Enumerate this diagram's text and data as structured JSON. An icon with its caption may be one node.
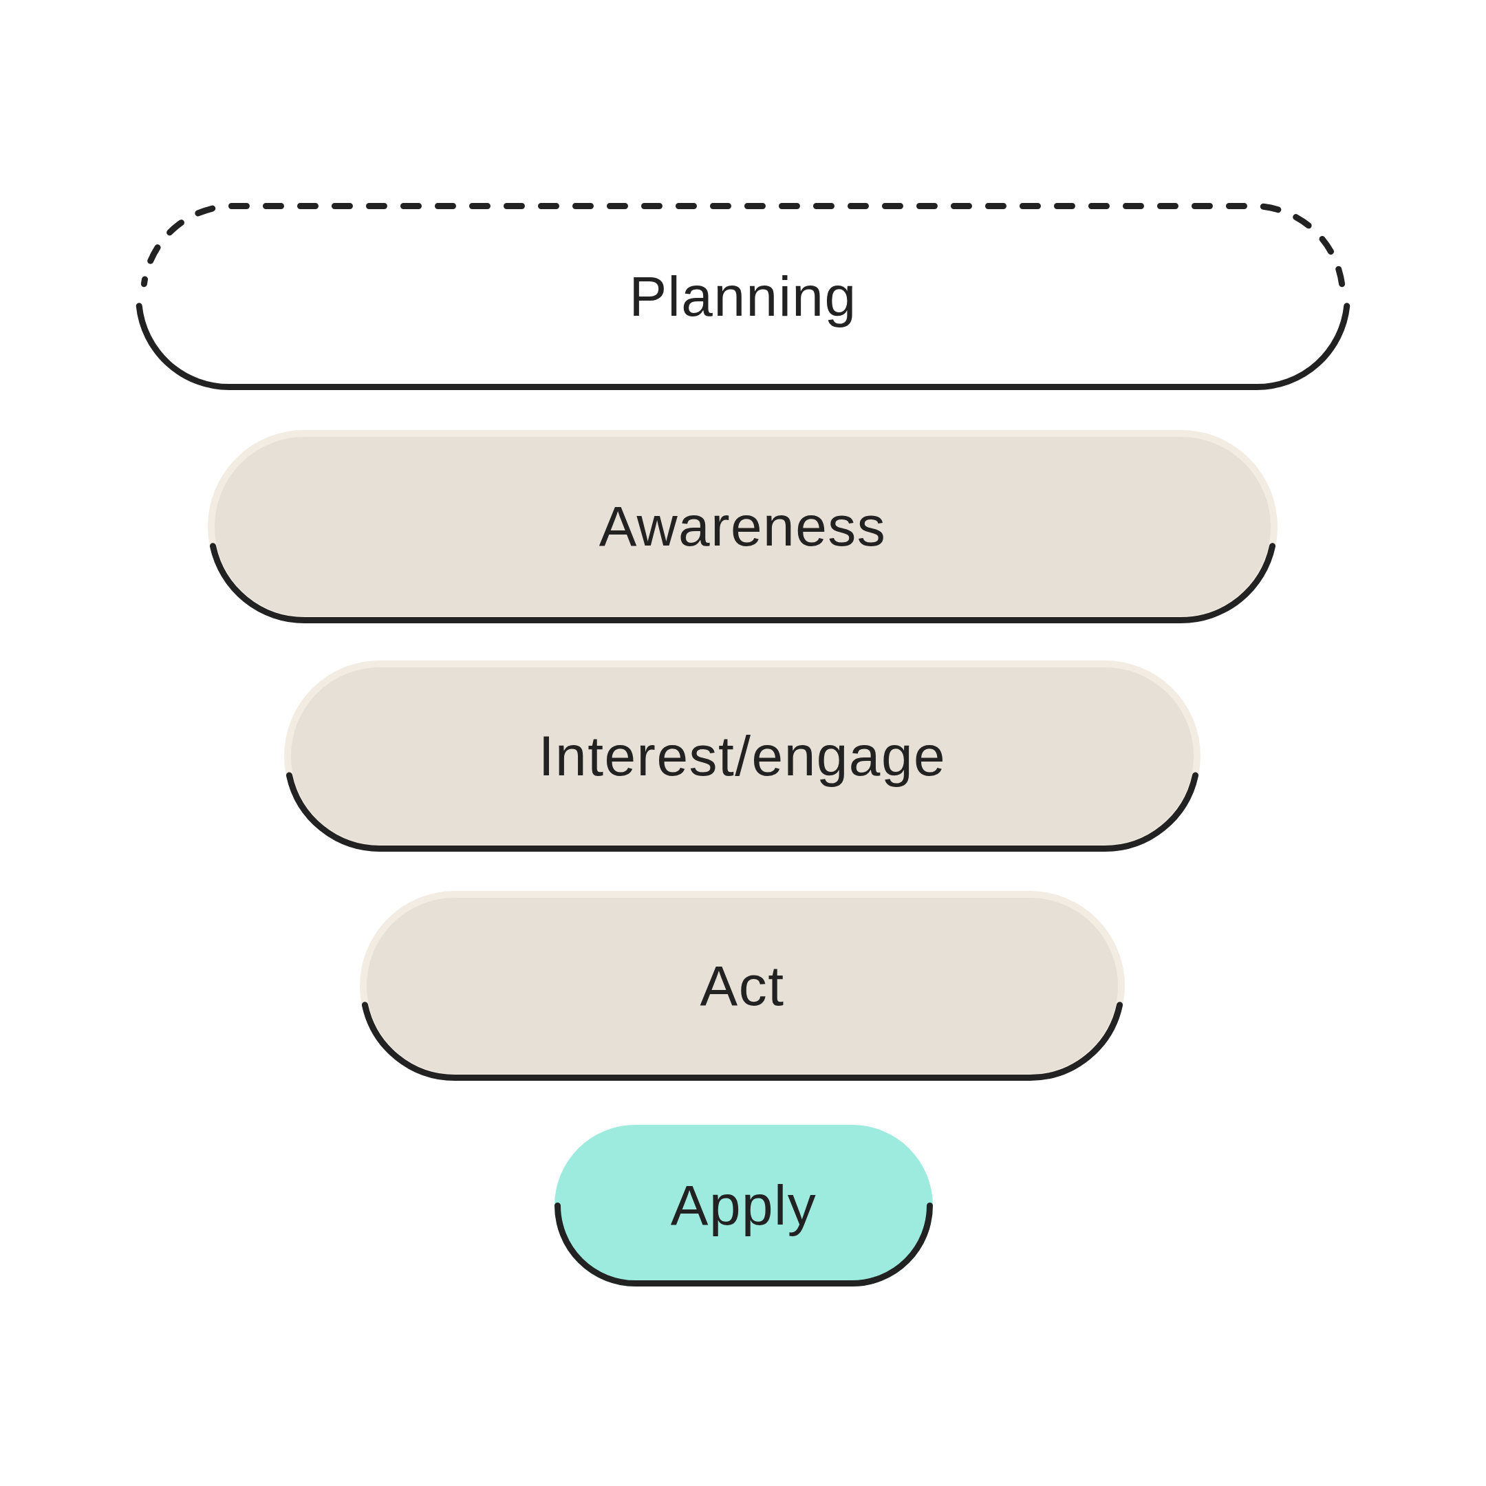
{
  "diagram": {
    "nodes": [
      {
        "text": [
          "Planning"
        ]
      },
      {
        "text": [
          "Awareness"
        ]
      },
      {
        "text": [
          "Interest/engage"
        ]
      },
      {
        "text": [
          "Act"
        ]
      },
      {
        "text": [
          "Apply"
        ]
      }
    ]
  }
}
